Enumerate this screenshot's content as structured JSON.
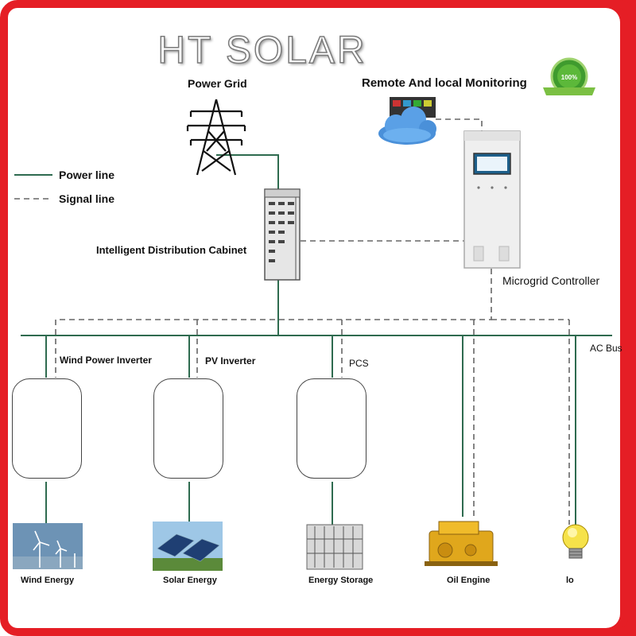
{
  "brand": {
    "title": "HT SOLAR"
  },
  "colors": {
    "frame": "#e51e25",
    "power_line": "#2e6b4f",
    "signal_line": "#666666"
  },
  "legend": {
    "power_line": "Power line",
    "signal_line": "Signal line"
  },
  "top": {
    "grid": "Power Grid",
    "monitoring": "Remote And local Monitoring",
    "badge_text": "100%",
    "cabinet": "Intelligent Distribution Cabinet",
    "controller": "Microgrid Controller",
    "bus": "AC Bus"
  },
  "converters": [
    {
      "label": "Wind Power Inverter"
    },
    {
      "label": "PV Inverter"
    },
    {
      "label": "PCS"
    }
  ],
  "sources": [
    {
      "label": "Wind Energy",
      "icon": "wind-turbine-icon"
    },
    {
      "label": "Solar Energy",
      "icon": "solar-panel-icon"
    },
    {
      "label": "Energy Storage",
      "icon": "battery-rack-icon"
    },
    {
      "label": "Oil Engine",
      "icon": "engine-icon"
    },
    {
      "label": "lo",
      "icon": "light-bulb-icon"
    }
  ]
}
